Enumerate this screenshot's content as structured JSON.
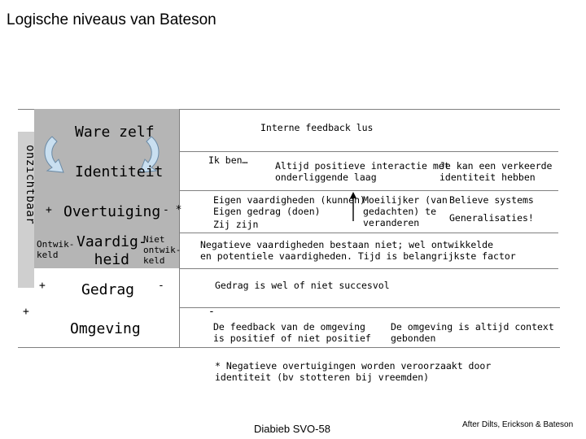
{
  "slide": {
    "title": "Logische niveaus van Bateson",
    "side_label": "onzichtbaar",
    "footer": "Diabieb SVO-58",
    "credit": "After Dilts, Erickson & Bateson"
  },
  "levels": {
    "ware_zelf": "Ware zelf",
    "identiteit": "Identiteit",
    "overtuiging": "Overtuiging",
    "overtuiging_plus": "+",
    "overtuiging_minus": "- *",
    "vaardigheid_main": "Vaardig-\nheid",
    "vaardigheid_left": "Ontwik-\nkeld",
    "vaardigheid_right": "Niet\nontwik-\nkeld",
    "gedrag": "Gedrag",
    "gedrag_plus": "+",
    "gedrag_minus": "-",
    "omgeving": "Omgeving",
    "omgeving_plus": "+",
    "omgeving_minus": "-"
  },
  "notes": {
    "feedback_lus": "Interne feedback lus",
    "ik_ben": "Ik ben…",
    "positieve_interactie": "Altijd positieve interactie met\nonderliggende laag",
    "verkeerde_identiteit": "Je kan een verkeerde\nidentiteit hebben",
    "eigen_vaardigheden": "Eigen vaardigheden (kunnen)\nEigen gedrag (doen)",
    "zij_zijn": "Zij zijn",
    "moeilijker": "Moeilijker (van\ngedachten) te\nveranderen",
    "believe_systems": "Believe systems",
    "generalisaties": "Generalisaties!",
    "negatieve_vaardigheden": "Negatieve vaardigheden bestaan niet; wel ontwikkelde\nen potentiele vaardigheden. Tijd is belangrijkste factor",
    "gedrag_succesvol": "Gedrag is wel of niet succesvol",
    "feedback_omgeving": "De feedback van de omgeving\nis positief of niet positief",
    "context_gebonden": "De omgeving is altijd context\ngebonden",
    "footnote": "* Negatieve overtuigingen worden veroorzaakt door\nidentiteit (bv stotteren bij vreemden)"
  },
  "colors": {
    "band_dark": "#b5b5b5",
    "band_light": "#ffffff",
    "side_bar": "#cfcfcf",
    "arrow_fill": "#c9dff0",
    "arrow_stroke": "#6a8aa6",
    "rule": "#808080"
  }
}
